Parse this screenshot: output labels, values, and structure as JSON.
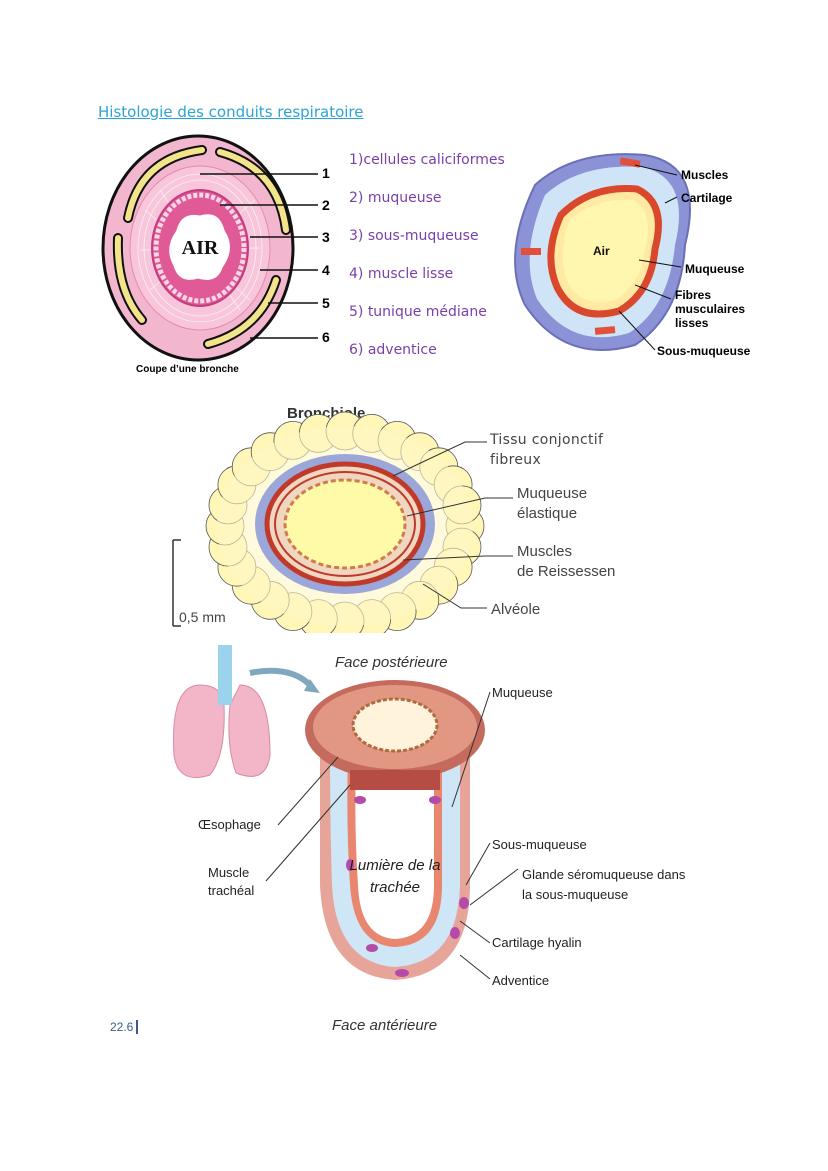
{
  "title": "Histologie des conduits respiratoire",
  "legend": [
    "1)cellules caliciformes",
    "2) muqueuse",
    "3) sous-muqueuse",
    "4) muscle lisse",
    "5) tunique médiane",
    "6) adventice"
  ],
  "fig1": {
    "center": "AIR",
    "numbers": [
      "1",
      "2",
      "3",
      "4",
      "5",
      "6"
    ],
    "caption": "Coupe d’une bronche"
  },
  "fig2": {
    "center": "Air",
    "labels": [
      "Muscles",
      "Cartilage",
      "Muqueuse",
      "Fibres musculaires lisses",
      "Sous-muqueuse"
    ]
  },
  "fig3": {
    "title": "Bronchiole",
    "labels": [
      "Tissu conjonctif fibreux",
      "Muqueuse élastique",
      "Muscles de Reissessen",
      "Alvéole"
    ],
    "scale": "0,5 mm"
  },
  "fig4": {
    "top": "Face postérieure",
    "bottom": "Face antérieure",
    "center": "Lumière de la trachée",
    "left": [
      "Œsophage",
      "Muscle trachéal"
    ],
    "right": [
      "Muqueuse",
      "Sous-muqueuse",
      "Glande séromuqueuse dans la sous-muqueuse",
      "Cartilage hyalin",
      "Adventice"
    ],
    "pagenum": "22.6"
  },
  "colors": {
    "title": "#2aa5d6",
    "legend": "#7a3fa8"
  }
}
